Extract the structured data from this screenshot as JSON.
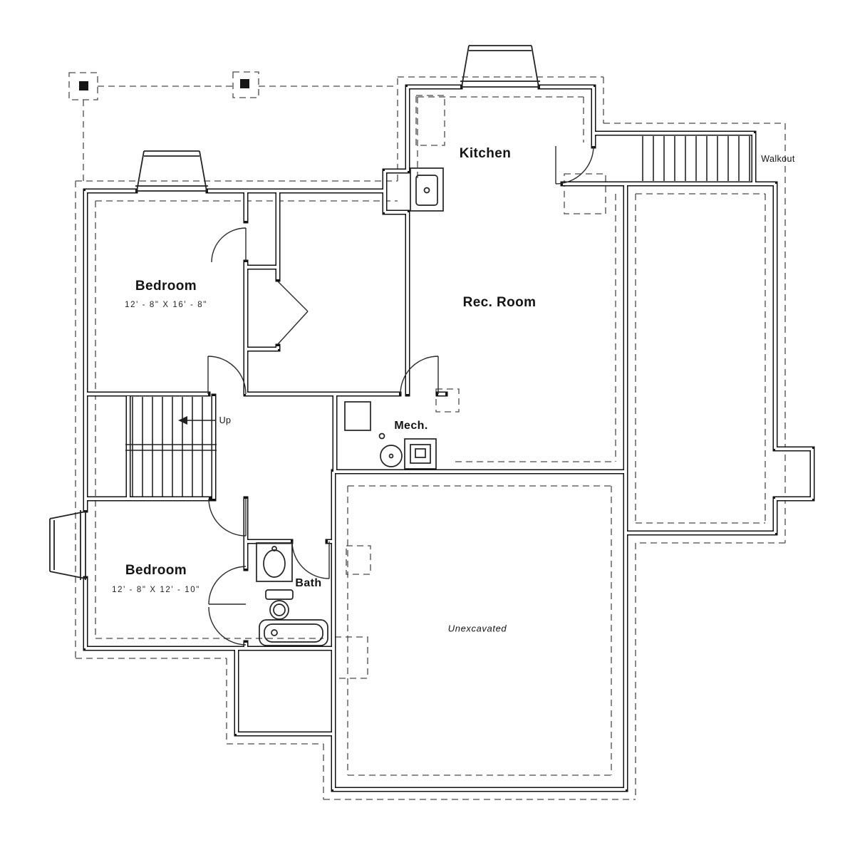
{
  "plan": {
    "rooms": {
      "kitchen": {
        "label": "Kitchen"
      },
      "rec_room": {
        "label": "Rec. Room"
      },
      "bedroom_1": {
        "label": "Bedroom",
        "dimensions": "12' - 8\"  X  16' - 8\""
      },
      "bedroom_2": {
        "label": "Bedroom",
        "dimensions": "12' - 8\"  X  12' - 10\""
      },
      "bath": {
        "label": "Bath"
      },
      "mech": {
        "label": "Mech."
      },
      "unexcavated": {
        "label": "Unexcavated"
      },
      "walkout": {
        "label": "Walkout"
      },
      "stairs": {
        "label": "Up"
      }
    },
    "colors": {
      "wall": "#111111",
      "thin_line": "#222222",
      "dashed_line": "#4a4a4a",
      "background": "#ffffff"
    }
  }
}
